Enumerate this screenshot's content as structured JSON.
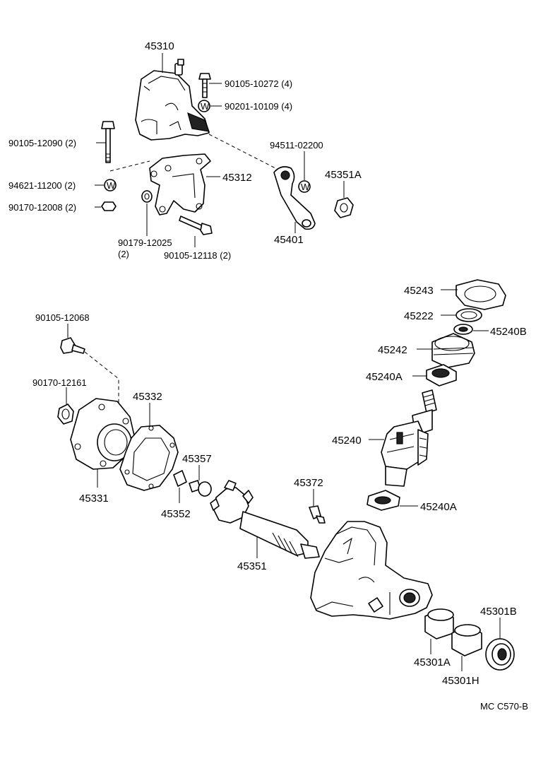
{
  "callouts": {
    "p45310": "45310",
    "p90105_10272": "90105-10272 (4)",
    "p90201_10109": "90201-10109 (4)",
    "p90105_12090": "90105-12090 (2)",
    "p94511_02200": "94511-02200",
    "p94621_11200": "94621-11200 (2)",
    "p45312": "45312",
    "p45351A": "45351A",
    "p90170_12008": "90170-12008 (2)",
    "p90179_12025": "90179-12025",
    "p90179_qty": "(2)",
    "p90105_12118": "90105-12118 (2)",
    "p45401": "45401",
    "p45243": "45243",
    "p45222": "45222",
    "p45240B": "45240B",
    "p90105_12068": "90105-12068",
    "p45242": "45242",
    "p45240A_top": "45240A",
    "p90170_12161": "90170-12161",
    "p45332": "45332",
    "p45240": "45240",
    "p45357": "45357",
    "p45331": "45331",
    "p45372": "45372",
    "p45352": "45352",
    "p45240A_bot": "45240A",
    "p45351": "45351",
    "p45301B": "45301B",
    "p45301A": "45301A",
    "p45301H": "45301H"
  },
  "washer_mark": "W",
  "code": "MC  C570-B"
}
